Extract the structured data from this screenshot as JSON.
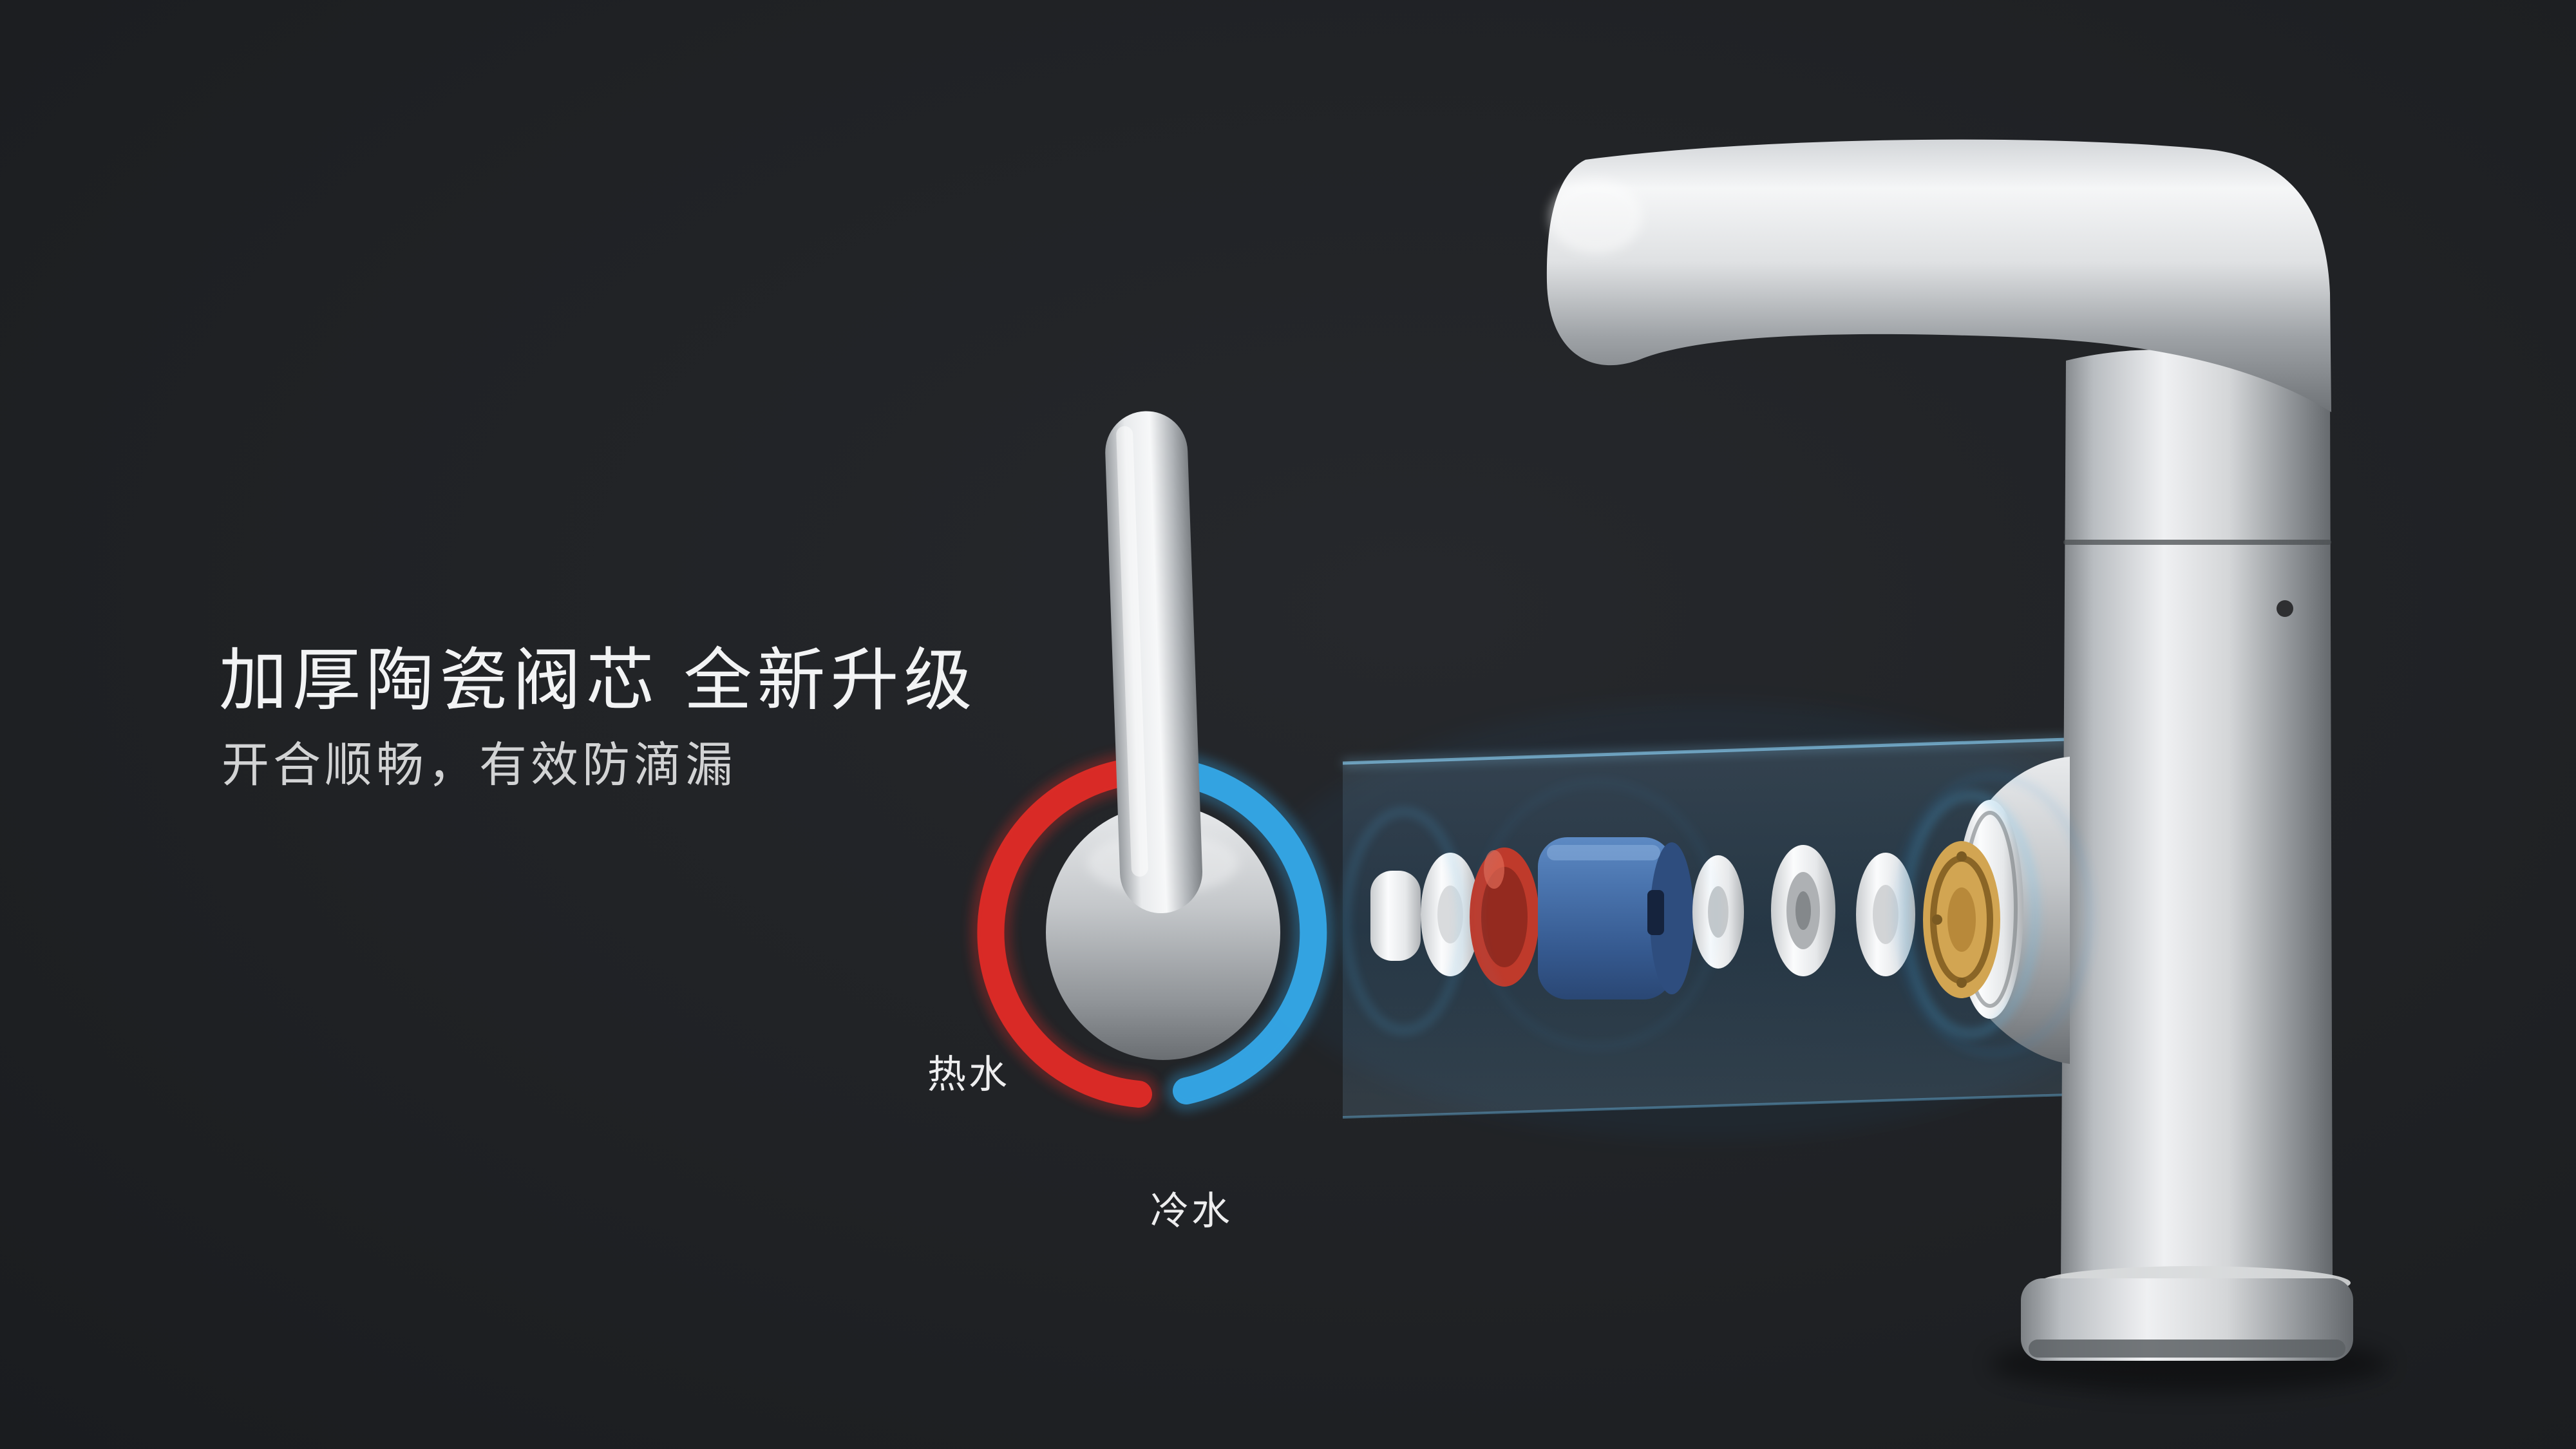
{
  "page": {
    "background": "#202225",
    "title": "加厚陶瓷阀芯  全新升级",
    "subtitle": "开合顺畅，有效防滴漏",
    "labels": {
      "hot": "热水",
      "cold": "冷水"
    },
    "colors": {
      "hot": "#e02b26",
      "cold": "#35a8e8",
      "glow_blue": "#4fc2ff",
      "cartridge_blue": "#3f6aa6",
      "seal_red": "#bf3a2b",
      "brass": "#d2a552",
      "chrome_light": "#f5f6f7",
      "chrome_dark": "#6f7377",
      "text_primary": "#f2f3f4",
      "text_secondary": "#d2d3d4"
    }
  }
}
